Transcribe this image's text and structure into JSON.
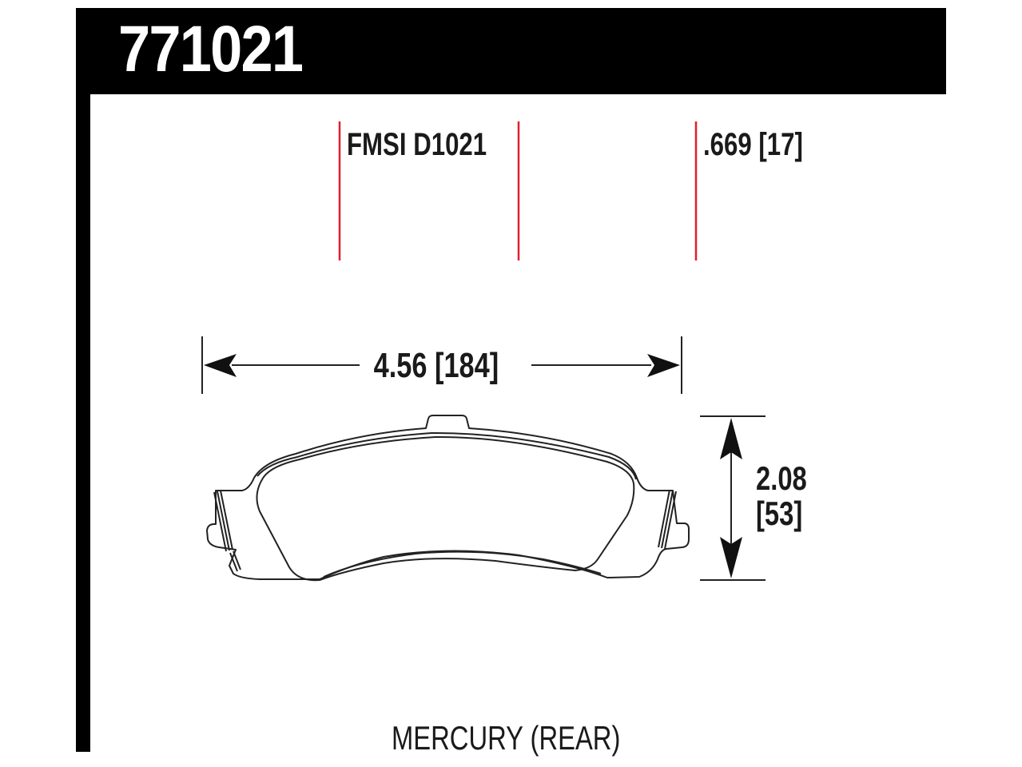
{
  "header": {
    "part_number": "771021"
  },
  "labels": {
    "fmsi": "FMSI D1021",
    "thickness": ".669 [17]",
    "width": "4.56 [184]",
    "height_in": "2.08",
    "height_mm": "[53]",
    "application": "MERCURY (REAR)"
  },
  "dimensions": {
    "width_in": 4.56,
    "width_mm": 184,
    "height_in": 2.08,
    "height_mm": 53,
    "thickness_in": 0.669,
    "thickness_mm": 17
  },
  "colors": {
    "header_bg": "#000000",
    "header_text": "#ffffff",
    "reference_lines": "#e0202e",
    "drawing_lines": "#222222"
  }
}
